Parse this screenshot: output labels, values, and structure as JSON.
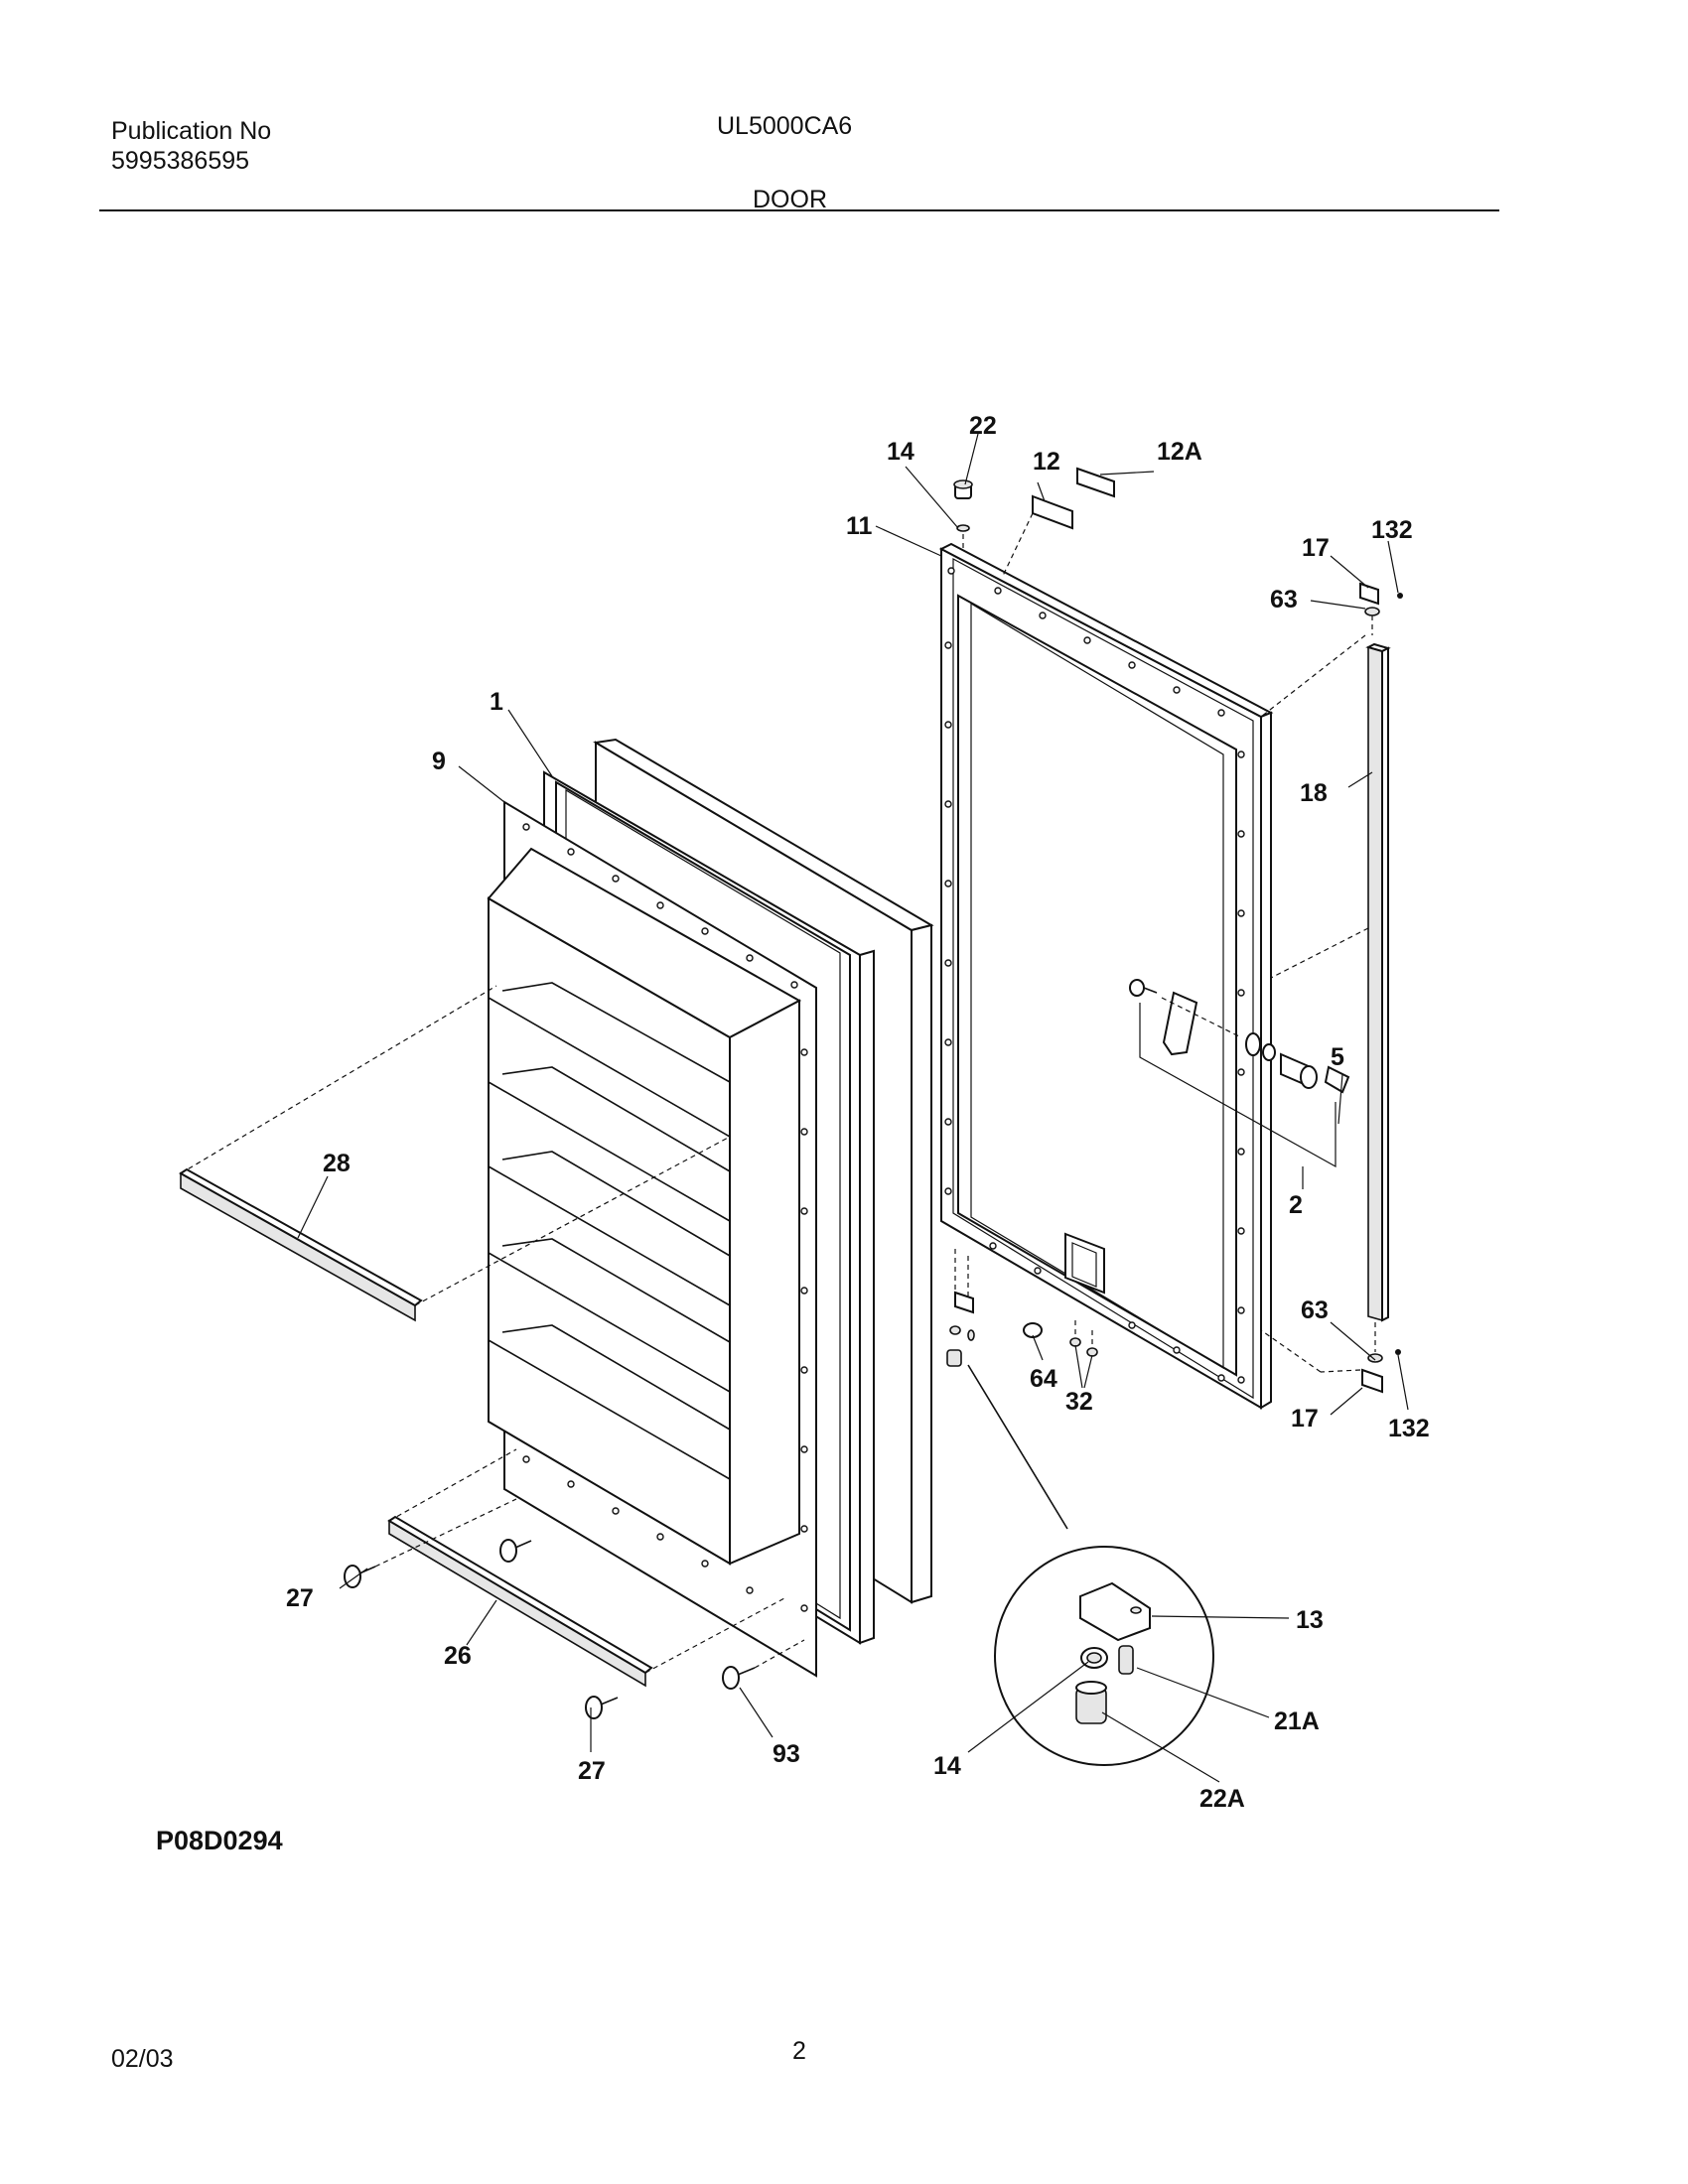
{
  "header": {
    "publication_label": "Publication No",
    "publication_number": "5995386595",
    "model": "UL5000CA6",
    "section": "DOOR"
  },
  "diagram": {
    "code": "P08D0294",
    "labels": {
      "l1": "1",
      "l9": "9",
      "l28": "28",
      "l27a": "27",
      "l26": "26",
      "l27b": "27",
      "l93": "93",
      "l11": "11",
      "l14a": "14",
      "l22": "22",
      "l12": "12",
      "l12a": "12A",
      "l17a": "17",
      "l132a": "132",
      "l63a": "63",
      "l18": "18",
      "l5": "5",
      "l2": "2",
      "l63b": "63",
      "l17b": "17",
      "l132b": "132",
      "l64": "64",
      "l32": "32",
      "l13": "13",
      "l21a": "21A",
      "l14b": "14",
      "l22a": "22A"
    }
  },
  "footer": {
    "date": "02/03",
    "page": "2"
  }
}
